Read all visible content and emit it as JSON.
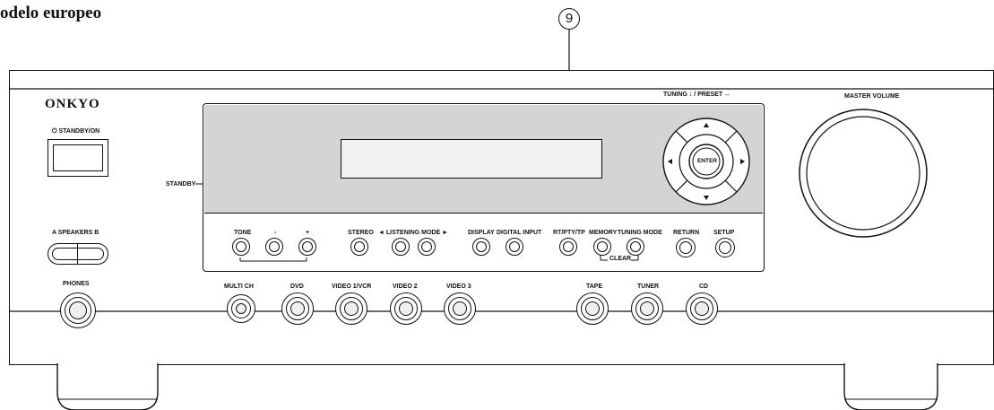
{
  "page_title": "odelo europeo",
  "callout": "9",
  "brand": "ONKYO",
  "labels": {
    "standby_on": "⏻ STANDBY/ON",
    "standby": "STANDBY",
    "speakers": "A  SPEAKERS  B",
    "phones": "PHONES",
    "tuning_preset": "TUNING ↕ / PRESET ↔",
    "master_volume": "MASTER VOLUME",
    "enter": "ENTER",
    "tone": "TONE",
    "tone_minus": "-",
    "tone_plus": "+",
    "stereo": "STEREO",
    "listening_mode": "◄ LISTENING MODE ►",
    "display": "DISPLAY",
    "digital_input": "DIGITAL INPUT",
    "rt_pty_tp": "RT/PTY/TP",
    "memory": "MEMORY",
    "tuning_mode": "TUNING MODE",
    "clear": "CLEAR",
    "return": "RETURN",
    "setup": "SETUP"
  },
  "inputs": [
    "MULTI CH",
    "DVD",
    "VIDEO 1/VCR",
    "VIDEO 2",
    "VIDEO 3",
    "TAPE",
    "TUNER",
    "CD"
  ]
}
